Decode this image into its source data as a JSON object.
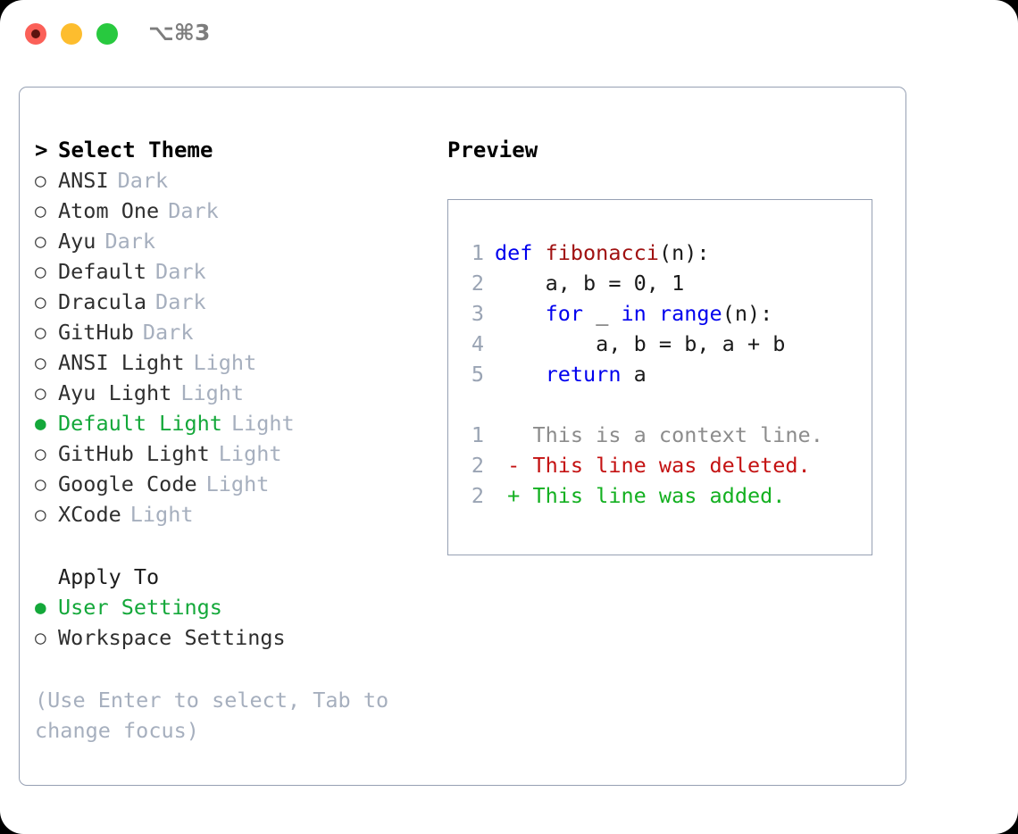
{
  "window": {
    "shortcut": "⌥⌘3",
    "traffic_lights": [
      {
        "name": "close-button",
        "color": "#fb6058"
      },
      {
        "name": "minimize-button",
        "color": "#fdbd2e"
      },
      {
        "name": "maximize-button",
        "color": "#28c93f"
      }
    ]
  },
  "theme_picker": {
    "heading": "Select Theme",
    "caret": ">",
    "bullet_empty": "○",
    "bullet_filled": "●",
    "items": [
      {
        "label": "ANSI",
        "tag": "Dark",
        "selected": false
      },
      {
        "label": "Atom One",
        "tag": "Dark",
        "selected": false
      },
      {
        "label": "Ayu",
        "tag": "Dark",
        "selected": false
      },
      {
        "label": "Default",
        "tag": "Dark",
        "selected": false
      },
      {
        "label": "Dracula",
        "tag": "Dark",
        "selected": false
      },
      {
        "label": "GitHub",
        "tag": "Dark",
        "selected": false
      },
      {
        "label": "ANSI Light",
        "tag": "Light",
        "selected": false
      },
      {
        "label": "Ayu Light",
        "tag": "Light",
        "selected": false
      },
      {
        "label": "Default Light",
        "tag": "Light",
        "selected": true
      },
      {
        "label": "GitHub Light",
        "tag": "Light",
        "selected": false
      },
      {
        "label": "Google Code",
        "tag": "Light",
        "selected": false
      },
      {
        "label": "XCode",
        "tag": "Light",
        "selected": false
      }
    ]
  },
  "apply_to": {
    "label": "Apply To",
    "options": [
      {
        "label": "User Settings",
        "selected": true
      },
      {
        "label": "Workspace Settings",
        "selected": false
      }
    ]
  },
  "hint": "(Use Enter to select, Tab to change focus)",
  "preview": {
    "title": "Preview",
    "code_lines": [
      {
        "num": "1",
        "tokens": [
          {
            "t": "def ",
            "c": "kw"
          },
          {
            "t": "fibonacci",
            "c": "fn"
          },
          {
            "t": "(n):",
            "c": "pl"
          }
        ]
      },
      {
        "num": "2",
        "tokens": [
          {
            "t": "    a, b = 0, 1",
            "c": "pl"
          }
        ]
      },
      {
        "num": "3",
        "tokens": [
          {
            "t": "    ",
            "c": "pl"
          },
          {
            "t": "for",
            "c": "kw"
          },
          {
            "t": " _ ",
            "c": "pl"
          },
          {
            "t": "in",
            "c": "kw"
          },
          {
            "t": " ",
            "c": "pl"
          },
          {
            "t": "range",
            "c": "kw"
          },
          {
            "t": "(n):",
            "c": "pl"
          }
        ]
      },
      {
        "num": "4",
        "tokens": [
          {
            "t": "        a, b = b, a + b",
            "c": "pl"
          }
        ]
      },
      {
        "num": "5",
        "tokens": [
          {
            "t": "    ",
            "c": "pl"
          },
          {
            "t": "return",
            "c": "kw"
          },
          {
            "t": " a",
            "c": "pl"
          }
        ]
      }
    ],
    "diff_lines": [
      {
        "num": "1",
        "marker": " ",
        "text": " This is a context line.",
        "kind": "ctx"
      },
      {
        "num": "2",
        "marker": "-",
        "text": " This line was deleted.",
        "kind": "del"
      },
      {
        "num": "2",
        "marker": "+",
        "text": " This line was added.",
        "kind": "add"
      }
    ]
  },
  "colors": {
    "accent_green": "#14a83a",
    "muted": "#a6afbe",
    "keyword_blue": "#0000ee",
    "function_red": "#a01111",
    "diff_delete": "#c41212",
    "diff_add": "#13b020",
    "border": "#96a0b3"
  }
}
